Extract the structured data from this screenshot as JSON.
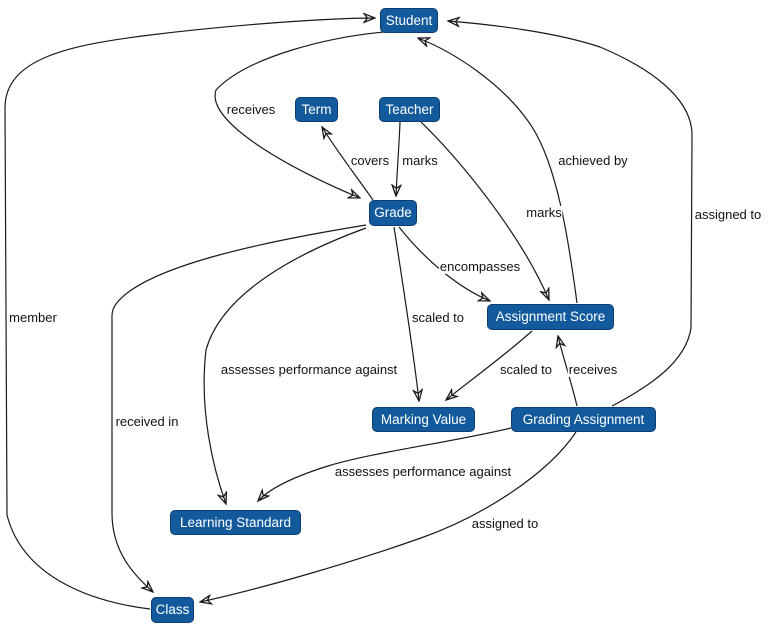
{
  "diagram": {
    "type": "flowchart",
    "nodes": [
      {
        "id": "student",
        "label": "Student"
      },
      {
        "id": "term",
        "label": "Term"
      },
      {
        "id": "teacher",
        "label": "Teacher"
      },
      {
        "id": "grade",
        "label": "Grade"
      },
      {
        "id": "assignment_score",
        "label": "Assignment Score"
      },
      {
        "id": "marking_value",
        "label": "Marking Value"
      },
      {
        "id": "grading_assignment",
        "label": "Grading Assignment"
      },
      {
        "id": "learning_standard",
        "label": "Learning Standard"
      },
      {
        "id": "class",
        "label": "Class"
      }
    ],
    "edges": [
      {
        "from": "student",
        "to": "grade",
        "label": "receives"
      },
      {
        "from": "grade",
        "to": "term",
        "label": "covers"
      },
      {
        "from": "teacher",
        "to": "grade",
        "label": "marks"
      },
      {
        "from": "teacher",
        "to": "assignment_score",
        "label": "marks"
      },
      {
        "from": "assignment_score",
        "to": "student",
        "label": "achieved by"
      },
      {
        "from": "grading_assignment",
        "to": "student",
        "label": "assigned to"
      },
      {
        "from": "grade",
        "to": "assignment_score",
        "label": "encompasses"
      },
      {
        "from": "grade",
        "to": "marking_value",
        "label": "scaled to"
      },
      {
        "from": "class",
        "to": "student",
        "label": "member"
      },
      {
        "from": "grade",
        "to": "learning_standard",
        "label": "assesses performance against"
      },
      {
        "from": "assignment_score",
        "to": "marking_value",
        "label": "scaled to"
      },
      {
        "from": "grading_assignment",
        "to": "assignment_score",
        "label": "receives"
      },
      {
        "from": "grade",
        "to": "class",
        "label": "received in"
      },
      {
        "from": "grading_assignment",
        "to": "learning_standard",
        "label": "assesses performance against"
      },
      {
        "from": "grading_assignment",
        "to": "class",
        "label": "assigned to"
      }
    ],
    "colors": {
      "node_fill": "#125a9c",
      "node_border": "#0b3f74",
      "node_text": "#ffffff",
      "edge_line": "#1a1a1a",
      "edge_label_text": "#111111",
      "background": "#ffffff"
    }
  }
}
